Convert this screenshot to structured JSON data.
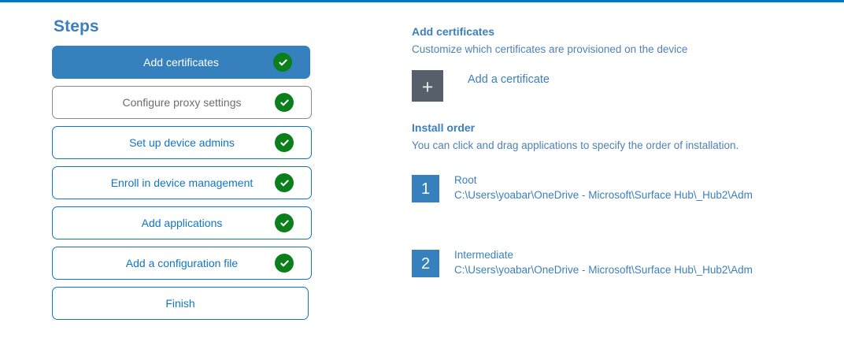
{
  "accent": {
    "top_rule": "#0078c8",
    "link_blue": "#1275c4",
    "heading_blue": "#3b7fbd",
    "selected_blue": "#3580bd",
    "check_green": "#0b7f1b",
    "tile_gray": "#57606a"
  },
  "steps": {
    "title": "Steps",
    "items": [
      {
        "label": "Add certificates",
        "state": "active",
        "completed": true,
        "icon": "check-circle-icon"
      },
      {
        "label": "Configure proxy settings",
        "state": "muted",
        "completed": true,
        "icon": "check-circle-icon"
      },
      {
        "label": "Set up device admins",
        "state": "default",
        "completed": true,
        "icon": "check-circle-icon"
      },
      {
        "label": "Enroll in device management",
        "state": "default",
        "completed": true,
        "icon": "check-circle-icon"
      },
      {
        "label": "Add applications",
        "state": "default",
        "completed": true,
        "icon": "check-circle-icon"
      },
      {
        "label": "Add a configuration file",
        "state": "default",
        "completed": true,
        "icon": "check-circle-icon"
      },
      {
        "label": "Finish",
        "state": "default",
        "completed": false,
        "icon": ""
      }
    ]
  },
  "detail": {
    "heading": "Add certificates",
    "subheading": "Customize which certificates are provisioned on the device",
    "add_certificate": {
      "icon": "plus-icon",
      "glyph": "+",
      "label": "Add a certificate"
    },
    "install_order": {
      "heading": "Install order",
      "subheading": "You can click and drag applications to specify the order of installation.",
      "items": [
        {
          "number": "1",
          "name": "Root",
          "path": "C:\\Users\\yoabar\\OneDrive - Microsoft\\Surface Hub\\_Hub2\\Adm"
        },
        {
          "number": "2",
          "name": "Intermediate",
          "path": "C:\\Users\\yoabar\\OneDrive - Microsoft\\Surface Hub\\_Hub2\\Adm"
        }
      ]
    }
  }
}
